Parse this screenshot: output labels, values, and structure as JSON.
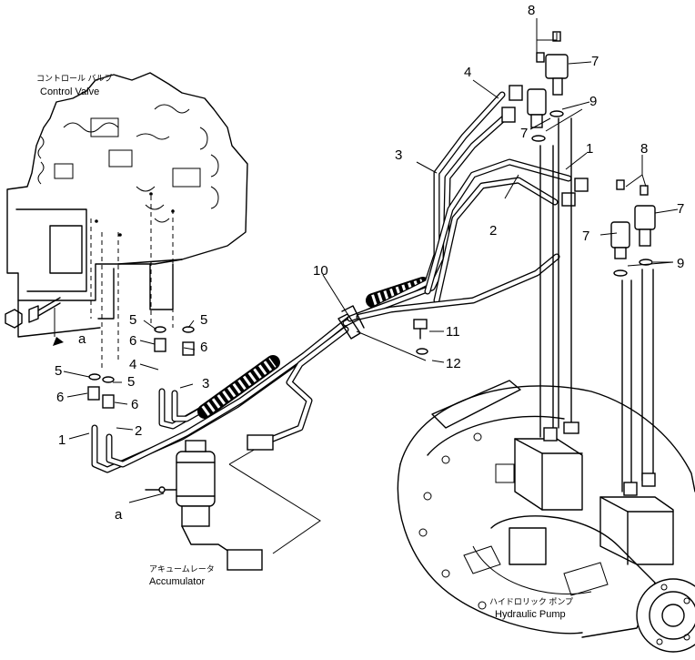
{
  "labels": {
    "control_valve_jp": "コントロール バルブ",
    "control_valve_en": "Control Valve",
    "accumulator_jp": "アキュームレータ",
    "accumulator_en": "Accumulator",
    "hydraulic_pump_jp": "ハイドロリック ポンプ",
    "hydraulic_pump_en": "Hydraulic Pump",
    "view_ref_a": "a"
  },
  "callouts": {
    "n1": "1",
    "n2": "2",
    "n3": "3",
    "n4": "4",
    "n5": "5",
    "n6": "6",
    "n7": "7",
    "n8": "8",
    "n9": "9",
    "n10": "10",
    "n11": "11",
    "n12": "12"
  }
}
